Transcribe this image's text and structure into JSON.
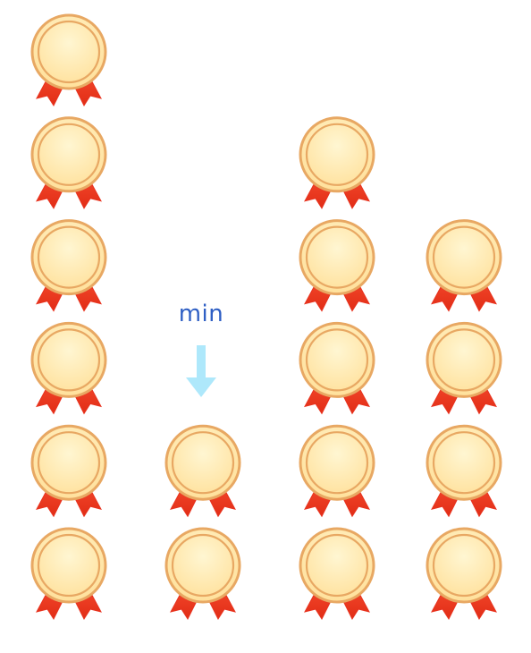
{
  "columns": [
    {
      "name": "column-1",
      "medal_count": 6
    },
    {
      "name": "column-2",
      "medal_count": 2
    },
    {
      "name": "column-3",
      "medal_count": 5
    },
    {
      "name": "column-4",
      "medal_count": 4
    }
  ],
  "marker": {
    "label": "min",
    "target_column": 2,
    "icon": "down-arrow-icon",
    "label_color": "#2f5fc4",
    "arrow_color": "#aee8fb"
  },
  "medal_style": {
    "icon": "medal-icon",
    "face_color": "#ffe4a6",
    "rim_color": "#e8a863",
    "ribbon_color": "#e8321e"
  }
}
